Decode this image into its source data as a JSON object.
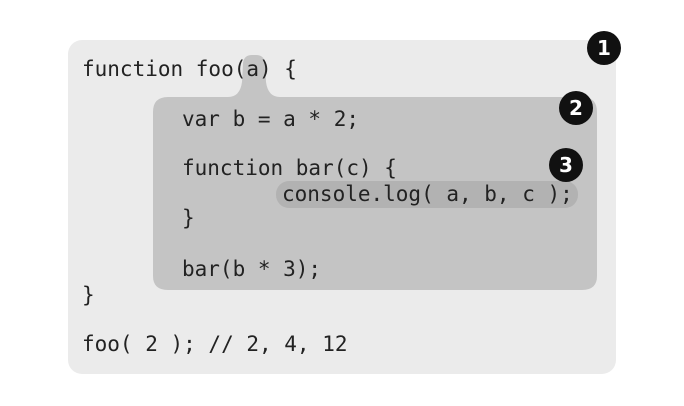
{
  "scopes": [
    {
      "label": "1",
      "lines": [
        "function foo(a) {",
        "}",
        "foo( 2 ); // 2, 4, 12"
      ]
    },
    {
      "label": "2",
      "lines": [
        "var b = a * 2;",
        "function bar(c) {",
        "}",
        "bar(b * 3);"
      ]
    },
    {
      "label": "3",
      "lines": [
        "console.log( a, b, c );"
      ]
    }
  ],
  "colors": {
    "scope_1_fill": "#ebebeb",
    "scope_2_fill": "#c4c4c4",
    "scope_3_fill": "#b2b2b2",
    "badge_fill": "#111111",
    "badge_text": "#ffffff",
    "code_text": "#222222"
  }
}
